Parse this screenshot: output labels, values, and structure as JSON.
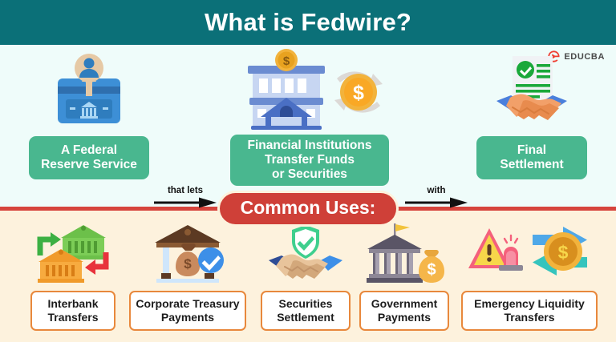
{
  "header": {
    "title": "What is Fedwire?",
    "background_color": "#0b7078",
    "title_color": "#ffffff"
  },
  "brand": {
    "name": "EDUCBA",
    "mark_color": "#ef3e33",
    "text_color": "#4a4a4a"
  },
  "theme": {
    "upper_background": "#effcfa",
    "lower_background": "#fdf2dd",
    "divider_color": "#d6443c",
    "pill_green": "#49b78f",
    "badge_red": "#cf4038",
    "use_box_border": "#e8883c"
  },
  "flow": {
    "nodes": [
      {
        "label": "A Federal\nReserve Service",
        "icon": "id-card-bank-icon"
      },
      {
        "label": "Financial Institutions\nTransfer Funds\nor Securities",
        "icon": "bank-money-exchange-icon"
      },
      {
        "label": "Final\nSettlement",
        "icon": "handshake-document-icon"
      }
    ],
    "connectors": [
      {
        "label": "that lets",
        "icon": "arrow-right-icon"
      },
      {
        "label": "with",
        "icon": "arrow-right-icon"
      }
    ]
  },
  "common_uses": {
    "badge_label": "Common Uses:",
    "items": [
      {
        "label": "Interbank\nTransfers",
        "icon": "two-banks-arrows-icon"
      },
      {
        "label": "Corporate Treasury\nPayments",
        "icon": "bank-moneybag-check-icon"
      },
      {
        "label": "Securities\nSettlement",
        "icon": "handshake-shield-check-icon"
      },
      {
        "label": "Government\nPayments",
        "icon": "government-building-moneybag-icon"
      },
      {
        "label": "Emergency Liquidity\nTransfers",
        "icon": "alert-siren-coin-arrows-icon"
      }
    ]
  }
}
